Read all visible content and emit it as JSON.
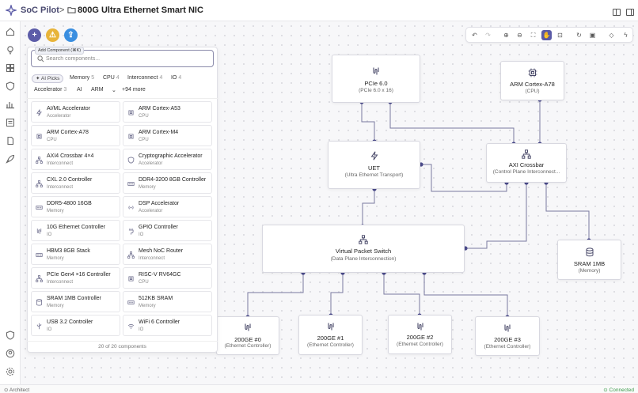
{
  "header": {
    "brand": "SoC Pilot",
    "separator": ">",
    "project": "800G Ultra Ethernet Smart NIC"
  },
  "fab_buttons": [
    {
      "label": "+",
      "color": "#5c5ca8",
      "icon": "plus-icon"
    },
    {
      "label": "⚠",
      "color": "#e8b43a",
      "icon": "warning-icon"
    },
    {
      "label": "⇪",
      "color": "#3a8ee0",
      "icon": "upload-icon"
    }
  ],
  "toolbar": [
    "undo-icon",
    "redo-icon",
    "zoom-in-icon",
    "zoom-out-icon",
    "fit-screen-icon",
    "pan-hand-icon",
    "lock-icon",
    "refresh-icon",
    "save-icon",
    "tag-icon",
    "bolt-icon"
  ],
  "add_panel": {
    "tooltip": "Add Component (⌘K)",
    "search_placeholder": "Search components...",
    "filters_row1": [
      {
        "label": "AI Picks",
        "count": ""
      },
      {
        "label": "Memory",
        "count": "5"
      },
      {
        "label": "CPU",
        "count": "4"
      },
      {
        "label": "Interconnect",
        "count": "4"
      },
      {
        "label": "IO",
        "count": "4"
      }
    ],
    "filters_row2": [
      {
        "label": "Accelerator",
        "count": "3"
      },
      {
        "label": "AI",
        "count": ""
      },
      {
        "label": "ARM",
        "count": ""
      },
      {
        "label": "⌄",
        "count": ""
      },
      {
        "label": "+94 more",
        "count": ""
      }
    ],
    "components": [
      {
        "name": "AI/ML Accelerator",
        "category": "Accelerator",
        "icon": "bolt-icon"
      },
      {
        "name": "ARM Cortex-A53",
        "category": "CPU",
        "icon": "cpu-icon"
      },
      {
        "name": "ARM Cortex-A78",
        "category": "CPU",
        "icon": "cpu-icon"
      },
      {
        "name": "ARM Cortex-M4",
        "category": "CPU",
        "icon": "cpu-icon"
      },
      {
        "name": "AXI4 Crossbar 4×4",
        "category": "Interconnect",
        "icon": "network-icon"
      },
      {
        "name": "Cryptographic Accelerator",
        "category": "Accelerator",
        "icon": "shield-icon"
      },
      {
        "name": "CXL 2.0 Controller",
        "category": "Interconnect",
        "icon": "network-icon"
      },
      {
        "name": "DDR4-3200 8GB Controller",
        "category": "Memory",
        "icon": "memory-icon"
      },
      {
        "name": "DDR5-4800 16GB",
        "category": "Memory",
        "icon": "memory-icon"
      },
      {
        "name": "DSP Accelerator",
        "category": "Accelerator",
        "icon": "signal-icon"
      },
      {
        "name": "10G Ethernet Controller",
        "category": "IO",
        "icon": "io-icon"
      },
      {
        "name": "GPIO Controller",
        "category": "IO",
        "icon": "plug-icon"
      },
      {
        "name": "HBM3 8GB Stack",
        "category": "Memory",
        "icon": "memory-icon"
      },
      {
        "name": "Mesh NoC Router",
        "category": "Interconnect",
        "icon": "network-icon"
      },
      {
        "name": "PCIe Gen4 ×16 Controller",
        "category": "Interconnect",
        "icon": "network-icon"
      },
      {
        "name": "RISC-V RV64GC",
        "category": "CPU",
        "icon": "cpu-icon"
      },
      {
        "name": "SRAM 1MB Controller",
        "category": "Memory",
        "icon": "database-icon"
      },
      {
        "name": "512KB SRAM",
        "category": "Memory",
        "icon": "memory-icon"
      },
      {
        "name": "USB 3.2 Controller",
        "category": "IO",
        "icon": "usb-icon"
      },
      {
        "name": "WiFi 6 Controller",
        "category": "IO",
        "icon": "wifi-icon"
      }
    ],
    "footer": "20 of 20 components"
  },
  "nodes": [
    {
      "id": "pcie",
      "title": "PCIe 6.0",
      "subtitle": "(PCIe 6.0 x 16)",
      "icon": "io-icon"
    },
    {
      "id": "a78",
      "title": "ARM Cortex-A78",
      "subtitle": "(CPU)",
      "icon": "cpu-icon"
    },
    {
      "id": "uet",
      "title": "UET",
      "subtitle": "(Ultra Ethernet Transport)",
      "icon": "bolt-icon"
    },
    {
      "id": "axi",
      "title": "AXI Crossbar",
      "subtitle": "(Control Plane Interconnect...",
      "icon": "network-icon"
    },
    {
      "id": "vps",
      "title": "Virtual Packet Switch",
      "subtitle": "(Data Plane Interconnection)",
      "icon": "network-icon"
    },
    {
      "id": "sram",
      "title": "SRAM 1MB",
      "subtitle": "(Memory)",
      "icon": "database-icon"
    },
    {
      "id": "e0",
      "title": "200GE #0",
      "subtitle": "(Ethernet Controller)",
      "icon": "io-icon"
    },
    {
      "id": "e1",
      "title": "200GE #1",
      "subtitle": "(Ethernet Controller)",
      "icon": "io-icon"
    },
    {
      "id": "e2",
      "title": "200GE #2",
      "subtitle": "(Ethernet Controller)",
      "icon": "io-icon"
    },
    {
      "id": "e3",
      "title": "200GE #3",
      "subtitle": "(Ethernet Controller)",
      "icon": "io-icon"
    }
  ],
  "status": {
    "left": "Architect",
    "right": "Connected"
  },
  "colors": {
    "accent": "#5a5aa6",
    "wire": "#7a7aa0",
    "port": "#4a4a8a"
  }
}
